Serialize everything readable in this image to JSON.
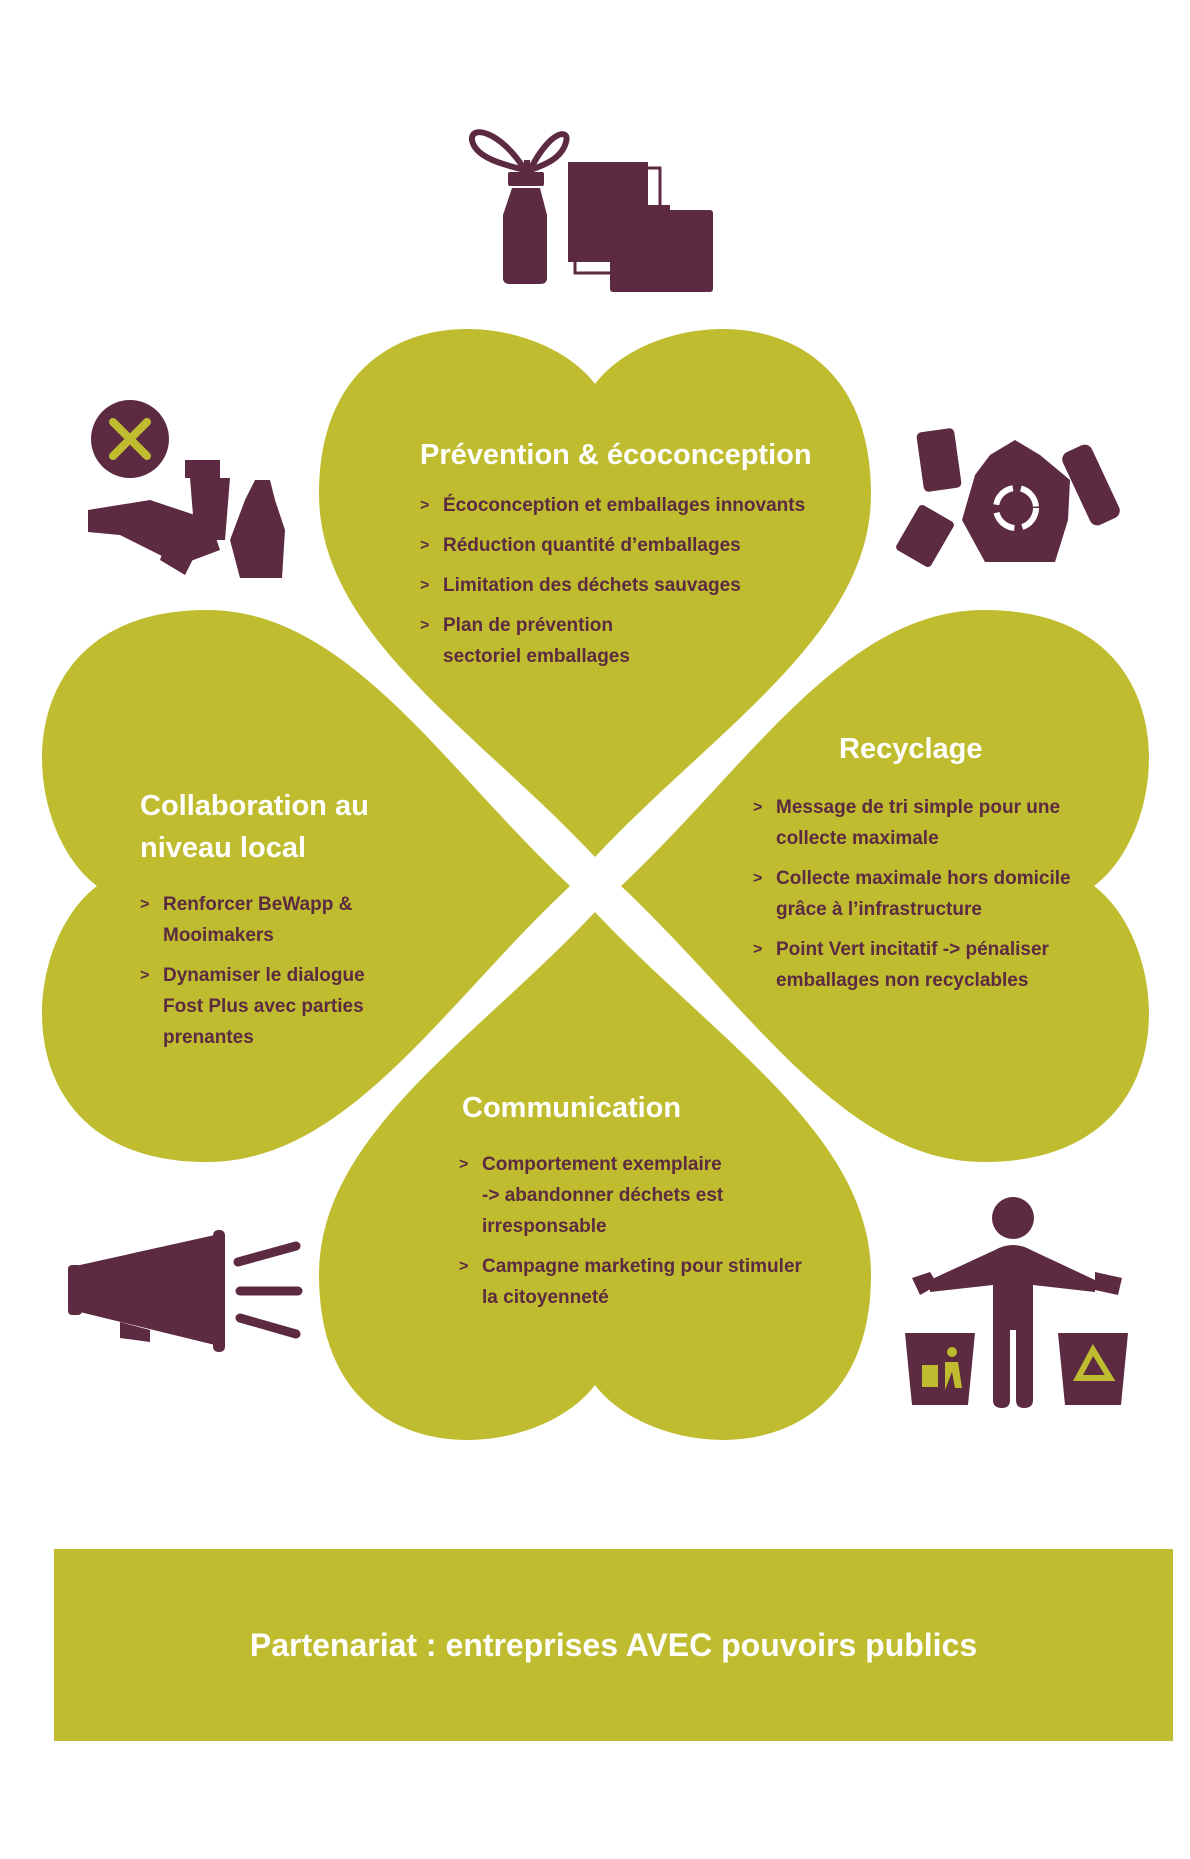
{
  "colors": {
    "olive": "#bfbc2f",
    "purple": "#5c2a41",
    "white": "#ffffff"
  },
  "sections": {
    "prevention": {
      "title": "Prévention & écoconception",
      "items": [
        {
          "lines": [
            "Écoconception et emballages innovants"
          ]
        },
        {
          "lines": [
            "Réduction quantité d’emballages"
          ]
        },
        {
          "lines": [
            "Limitation des déchets sauvages"
          ]
        },
        {
          "lines": [
            "Plan de prévention",
            "sectoriel emballages"
          ]
        }
      ]
    },
    "recyclage": {
      "title": "Recyclage",
      "items": [
        {
          "lines": [
            "Message de tri simple pour une",
            "collecte maximale"
          ]
        },
        {
          "lines": [
            "Collecte maximale hors domicile",
            "grâce à l’infrastructure"
          ]
        },
        {
          "lines": [
            "Point Vert incitatif -> pénaliser",
            "emballages non recyclables"
          ]
        }
      ]
    },
    "collaboration": {
      "title_lines": [
        "Collaboration au",
        "niveau local"
      ],
      "items": [
        {
          "lines": [
            "Renforcer BeWapp &",
            "Mooimakers"
          ]
        },
        {
          "lines": [
            "Dynamiser le dialogue",
            "Fost Plus avec parties",
            "prenantes"
          ]
        }
      ]
    },
    "communication": {
      "title": "Communication",
      "items": [
        {
          "lines": [
            "Comportement exemplaire",
            "-> abandonner déchets est",
            "irresponsable"
          ]
        },
        {
          "lines": [
            "Campagne marketing pour stimuler",
            "la citoyenneté"
          ]
        }
      ]
    }
  },
  "bullet_marker": ">",
  "banner": {
    "text": "Partenariat : entreprises AVEC pouvoirs publics"
  },
  "icons": [
    "plant-bottle-packaging-icon",
    "no-litter-icon",
    "recycling-waste-icon",
    "megaphone-icon",
    "person-sorting-bins-icon"
  ]
}
